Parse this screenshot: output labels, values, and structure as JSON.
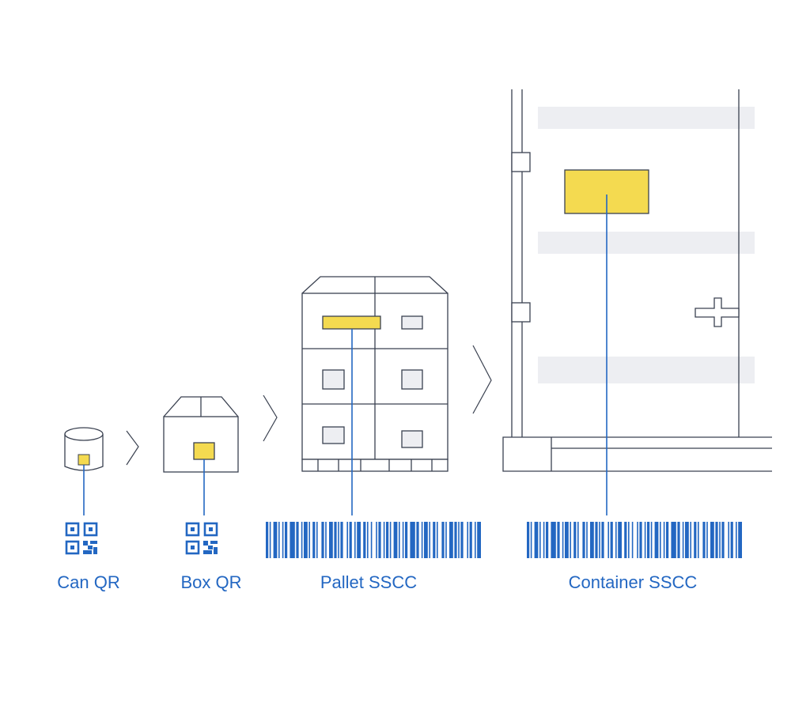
{
  "stages": [
    {
      "id": "can",
      "label": "Can QR",
      "code_type": "QR code"
    },
    {
      "id": "box",
      "label": "Box QR",
      "code_type": "QR code"
    },
    {
      "id": "pallet",
      "label": "Pallet SSCC",
      "code_type": "barcode"
    },
    {
      "id": "container",
      "label": "Container SSCC",
      "code_type": "barcode"
    }
  ],
  "colors": {
    "outline": "#3a4150",
    "code_blue": "#2367c2",
    "label_yellow": "#f4da50",
    "panel_gray": "#edeef2",
    "background": "#ffffff"
  },
  "icons": [
    "can-icon",
    "box-icon",
    "pallet-icon",
    "container-icon",
    "chevron-right-icon",
    "qr-code-icon",
    "barcode-icon"
  ]
}
